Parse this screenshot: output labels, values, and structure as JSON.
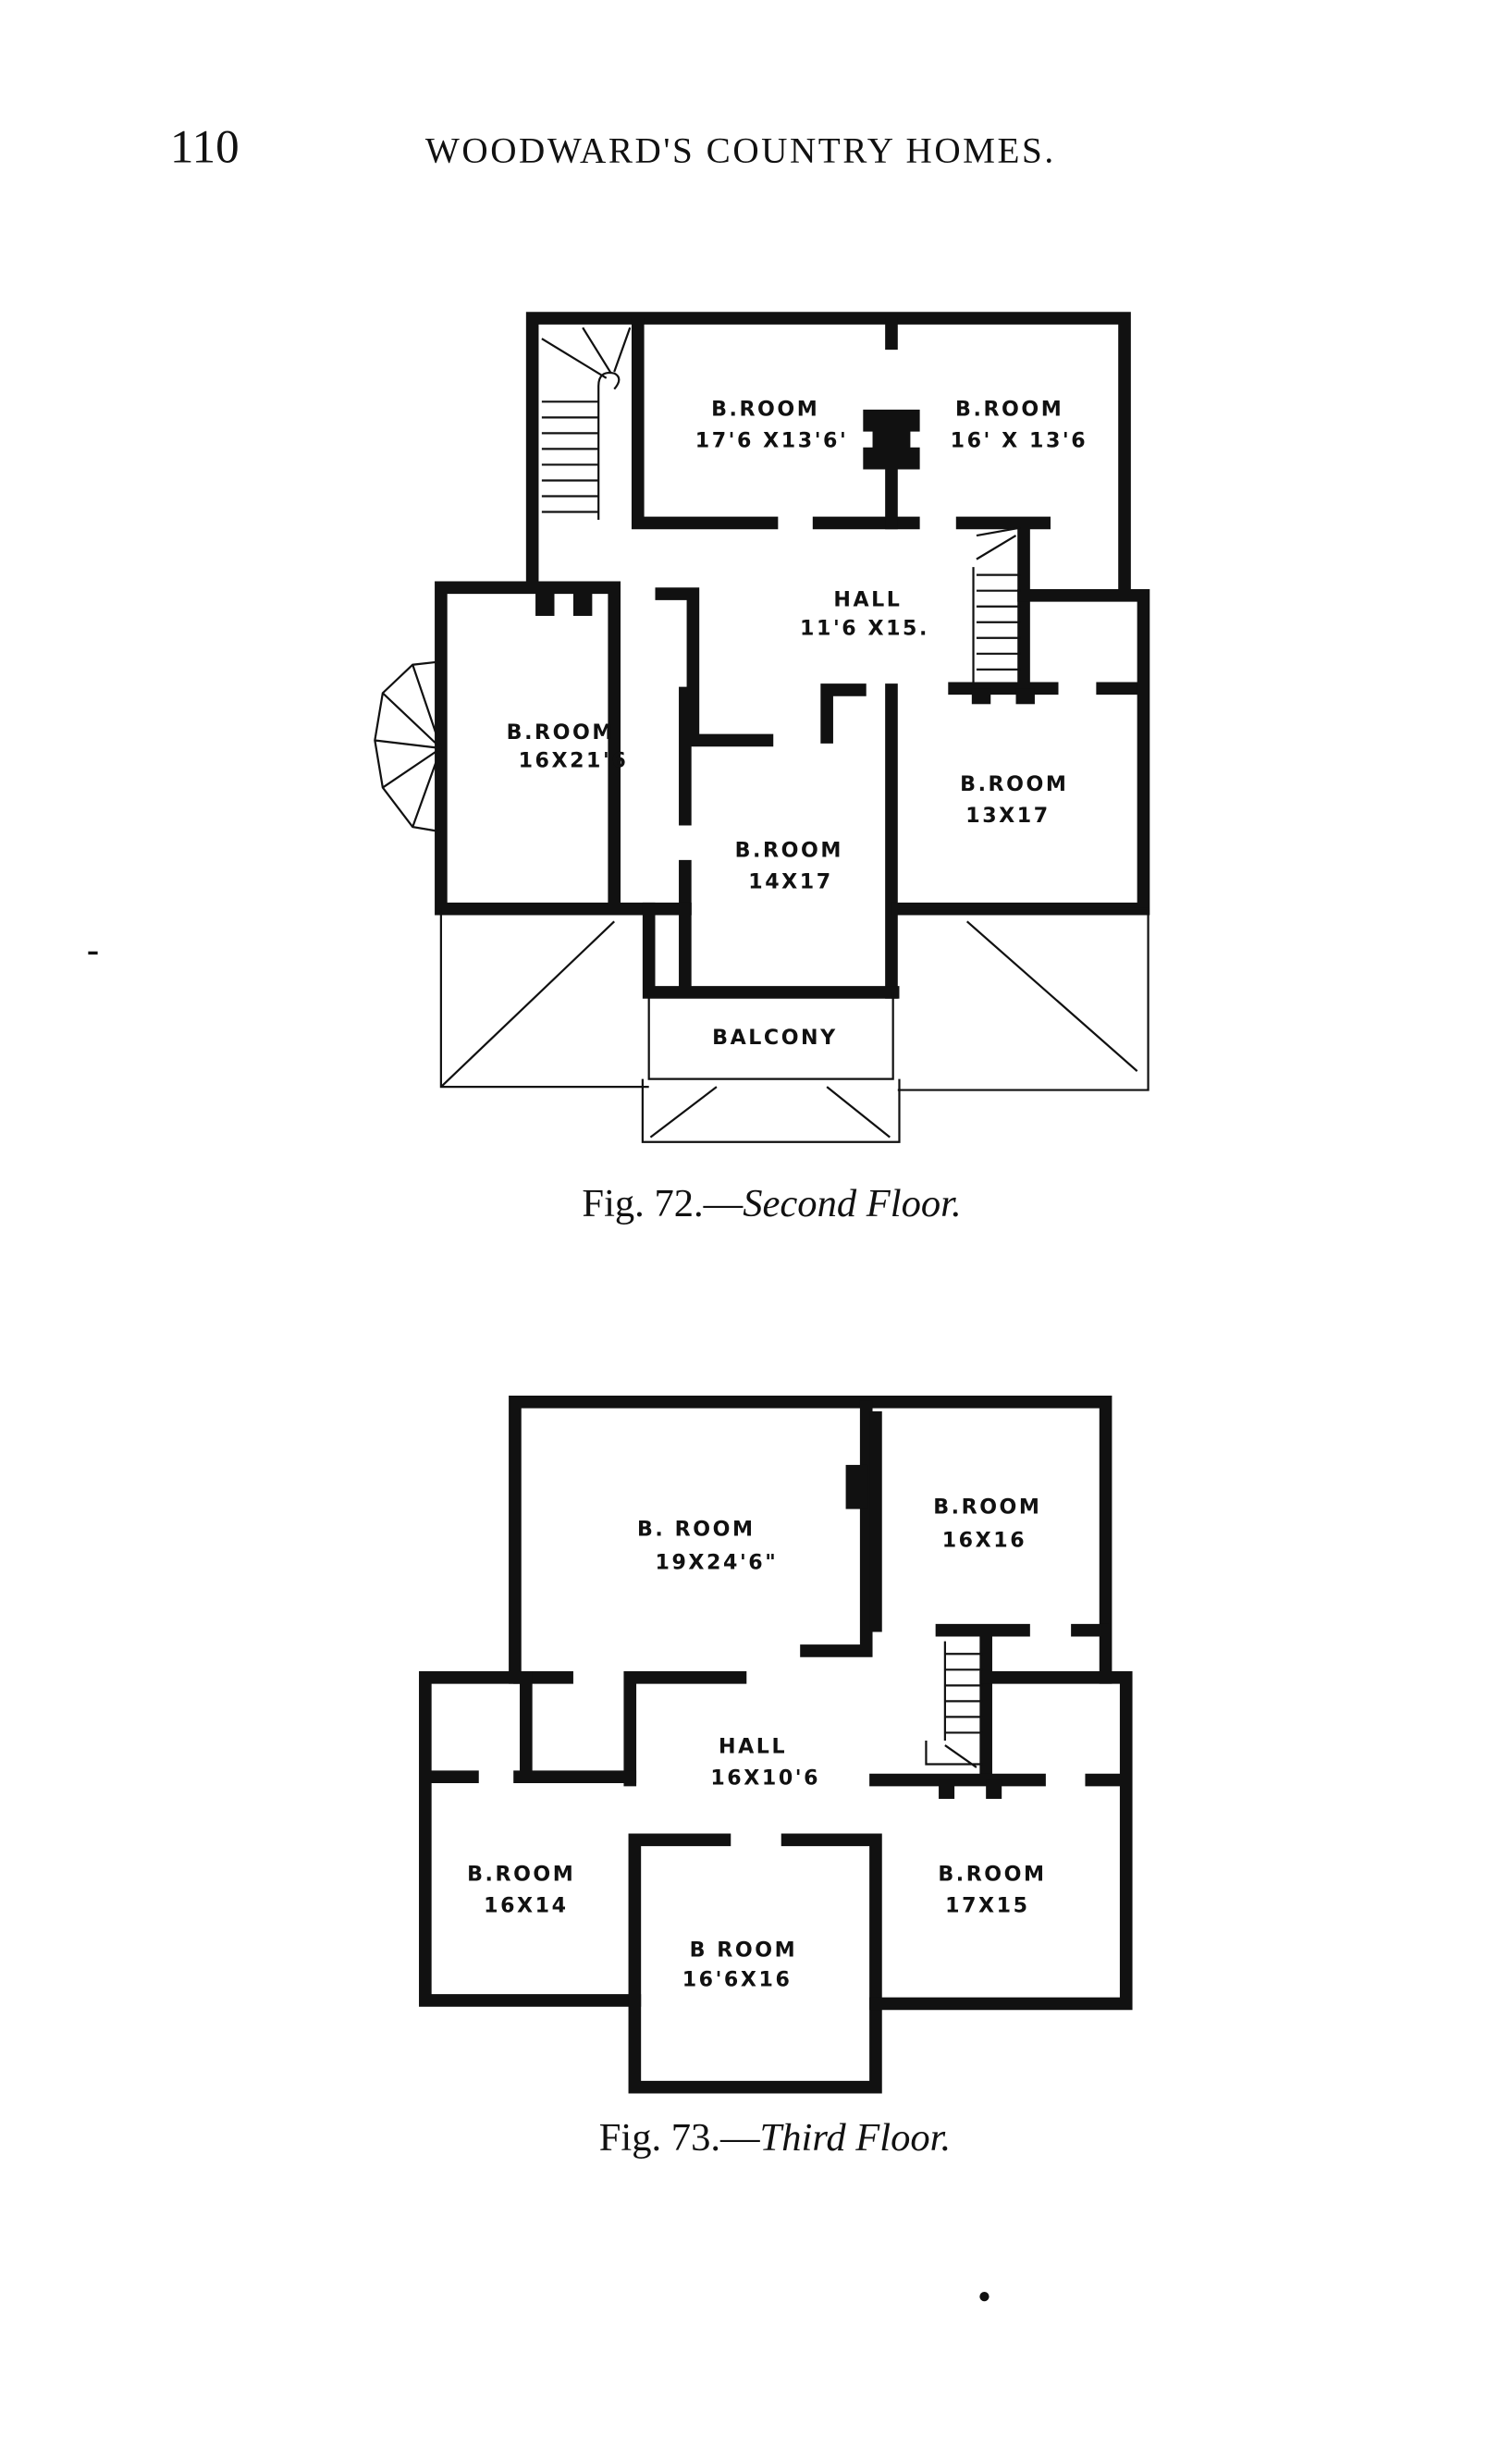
{
  "header": {
    "page_number": "110",
    "running_title": "WOODWARD'S COUNTRY HOMES."
  },
  "figure72": {
    "caption_prefix": "Fig. 72.—",
    "caption_title": "Second Floor.",
    "rooms": [
      {
        "name": "B.ROOM",
        "size": "17'6 X13'6'"
      },
      {
        "name": "B.ROOM",
        "size": "16' X 13'6"
      },
      {
        "name": "HALL",
        "size": "11'6 X15."
      },
      {
        "name": "B.ROOM",
        "size": "16X21'6"
      },
      {
        "name": "B.ROOM",
        "size": "13X17"
      },
      {
        "name": "B.ROOM",
        "size": "14X17"
      }
    ],
    "balcony": "BALCONY"
  },
  "figure73": {
    "caption_prefix": "Fig. 73.—",
    "caption_title": "Third Floor.",
    "rooms": [
      {
        "name": "B. ROOM",
        "size": "19X24'6\""
      },
      {
        "name": "B.ROOM",
        "size": "16X16"
      },
      {
        "name": "HALL",
        "size": "16X10'6"
      },
      {
        "name": "B.ROOM",
        "size": "16X14"
      },
      {
        "name": "B.ROOM",
        "size": "17X15"
      },
      {
        "name": "B ROOM",
        "size": "16'6X16"
      }
    ]
  }
}
